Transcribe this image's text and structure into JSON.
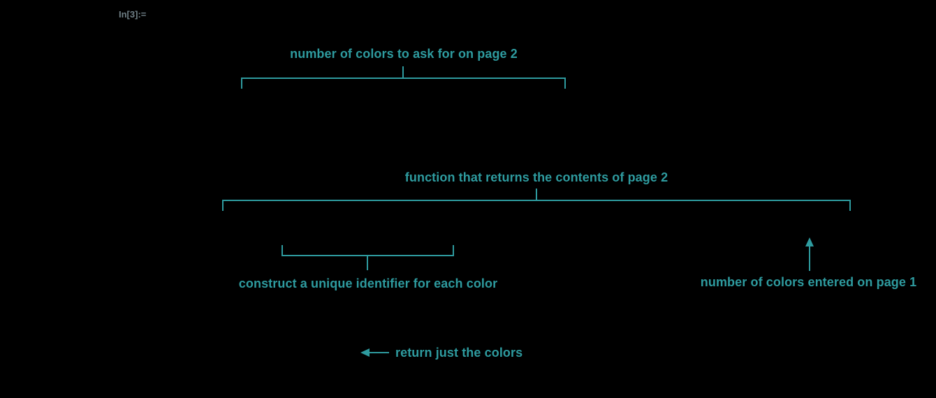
{
  "colors": {
    "background": "#000000",
    "accent": "#2E9B9F",
    "cell_label_color": "#6F7F86"
  },
  "cell_label": "In[3]:=",
  "annotations": {
    "colors_to_ask": {
      "label": "number of colors to ask for on page 2"
    },
    "page2_function": {
      "label": "function that returns the contents of page 2"
    },
    "unique_identifier": {
      "label": "construct a unique identifier for each color"
    },
    "colors_entered": {
      "label": "number of colors entered on page 1"
    },
    "return_colors": {
      "label": "return just the colors"
    }
  }
}
